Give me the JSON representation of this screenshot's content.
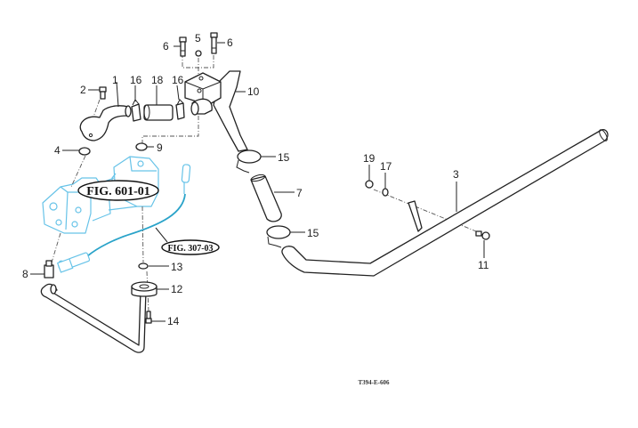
{
  "diagram": {
    "type": "exploded-parts-view",
    "drawing_code": "T394-E-606",
    "figure_references": [
      {
        "id": "fig-601-01",
        "label": "FIG. 601-01"
      },
      {
        "id": "fig-307-03",
        "label": "FIG. 307-03"
      }
    ],
    "callouts": [
      {
        "id": "c1",
        "number": "1"
      },
      {
        "id": "c2",
        "number": "2"
      },
      {
        "id": "c3",
        "number": "3"
      },
      {
        "id": "c4",
        "number": "4"
      },
      {
        "id": "c5",
        "number": "5"
      },
      {
        "id": "c6a",
        "number": "6"
      },
      {
        "id": "c6b",
        "number": "6"
      },
      {
        "id": "c7",
        "number": "7"
      },
      {
        "id": "c8",
        "number": "8"
      },
      {
        "id": "c9",
        "number": "9"
      },
      {
        "id": "c10",
        "number": "10"
      },
      {
        "id": "c11",
        "number": "11"
      },
      {
        "id": "c12",
        "number": "12"
      },
      {
        "id": "c13",
        "number": "13"
      },
      {
        "id": "c14",
        "number": "14"
      },
      {
        "id": "c15a",
        "number": "15"
      },
      {
        "id": "c15b",
        "number": "15"
      },
      {
        "id": "c16a",
        "number": "16"
      },
      {
        "id": "c16b",
        "number": "16"
      },
      {
        "id": "c17",
        "number": "17"
      },
      {
        "id": "c18",
        "number": "18"
      },
      {
        "id": "c19",
        "number": "19"
      }
    ],
    "colors": {
      "line": "#222222",
      "reference_parts": "#67c3e8",
      "cable": "#2aa3c9",
      "background": "#ffffff"
    }
  }
}
